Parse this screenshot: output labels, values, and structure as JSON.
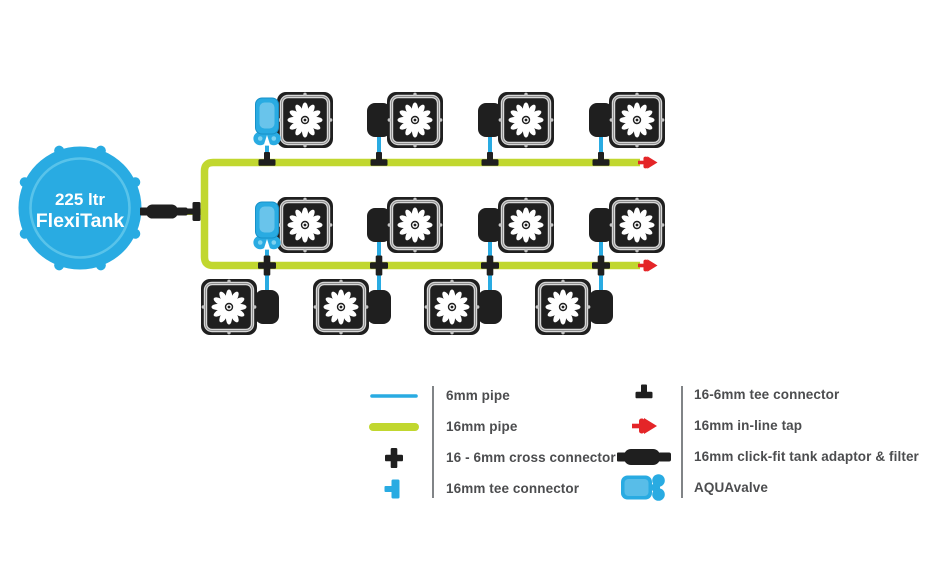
{
  "tank": {
    "capacity": "225 ltr",
    "name": "FlexiTank"
  },
  "system": {
    "rows": 3,
    "pots_per_row": 4,
    "total_pots": 12,
    "tank_count": 1
  },
  "colors": {
    "pipe_6mm_blue": "#29ABE2",
    "pipe_16mm_green": "#C1D72F",
    "tap_red": "#E42528",
    "fitting_black": "#1F1F1F",
    "label_gray": "#4C4D4F",
    "tank_blue": "#29ABE2"
  },
  "legend": {
    "left": [
      {
        "icon": "6mm-pipe-swatch",
        "label": "6mm pipe"
      },
      {
        "icon": "16mm-pipe-swatch",
        "label": "16mm pipe"
      },
      {
        "icon": "cross-connector-icon",
        "label": "16 - 6mm cross connector"
      },
      {
        "icon": "tee-16mm-connector-icon",
        "label": "16mm tee connector"
      }
    ],
    "right": [
      {
        "icon": "tee-16-6mm-connector-icon",
        "label": "16-6mm tee connector"
      },
      {
        "icon": "inline-tap-icon",
        "label": "16mm in-line tap"
      },
      {
        "icon": "tank-adaptor-icon",
        "label": "16mm click-fit tank adaptor & filter"
      },
      {
        "icon": "aquavalve-icon",
        "label": "AQUAvalve"
      }
    ]
  }
}
